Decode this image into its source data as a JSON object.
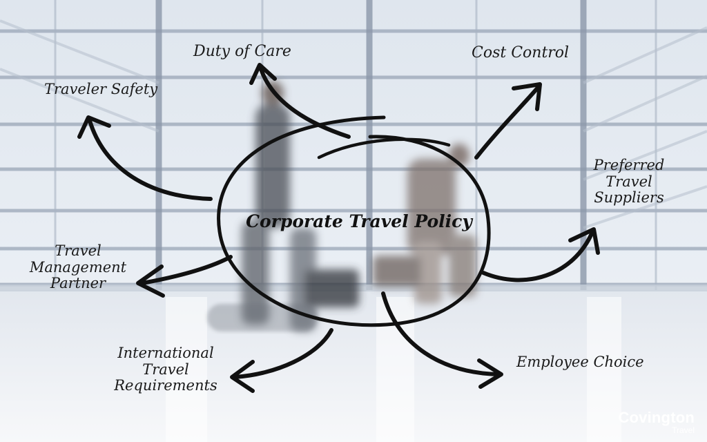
{
  "diagram": {
    "center": "Corporate Travel Policy",
    "branches": {
      "traveler_safety": "Traveler Safety",
      "duty_of_care": "Duty of Care",
      "cost_control": "Cost Control",
      "preferred_suppliers": [
        "Preferred",
        "Travel",
        "Suppliers"
      ],
      "travel_management_partner": [
        "Travel",
        "Management",
        "Partner"
      ],
      "international_travel_requirements": [
        "International",
        "Travel",
        "Requirements"
      ],
      "employee_choice": "Employee Choice"
    }
  },
  "logo": {
    "line1": "Covington",
    "line2": "Travel"
  },
  "colors": {
    "ink": "#111111",
    "glass": "#b4c0cf",
    "frame": "#8f9aab"
  }
}
